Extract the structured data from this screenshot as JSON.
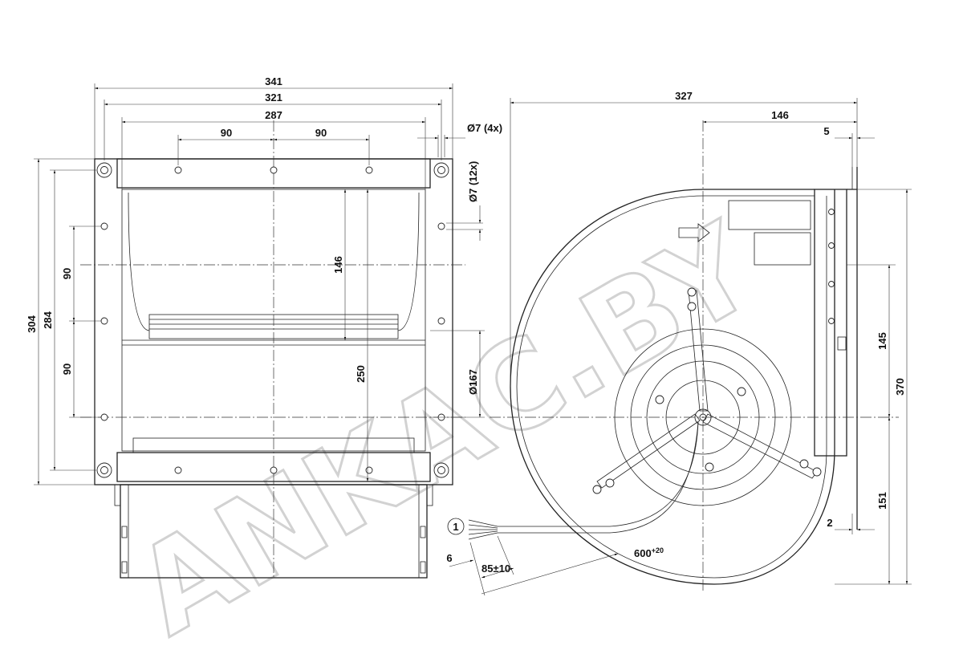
{
  "front_view": {
    "dims": {
      "width_341": "341",
      "width_321": "321",
      "width_287": "287",
      "spacing_90_left": "90",
      "spacing_90_right": "90",
      "height_304": "304",
      "height_284": "284",
      "vspacing_90_top": "90",
      "vspacing_90_bottom": "90",
      "inner_146": "146",
      "inner_250": "250",
      "hole_d7_4x": "Ø7 (4x)",
      "hole_d7_12x": "Ø7 (12x)",
      "outlet_d167": "Ø167"
    }
  },
  "side_view": {
    "dims": {
      "width_327": "327",
      "width_146": "146",
      "offset_5": "5",
      "height_145": "145",
      "height_370": "370",
      "height_151": "151",
      "offset_2": "2"
    }
  },
  "cable": {
    "marker": "1",
    "dim_6": "6",
    "strip_length": "85±10",
    "length_base": "600",
    "length_tol": "+20"
  },
  "watermark": "ANKAC.BY"
}
